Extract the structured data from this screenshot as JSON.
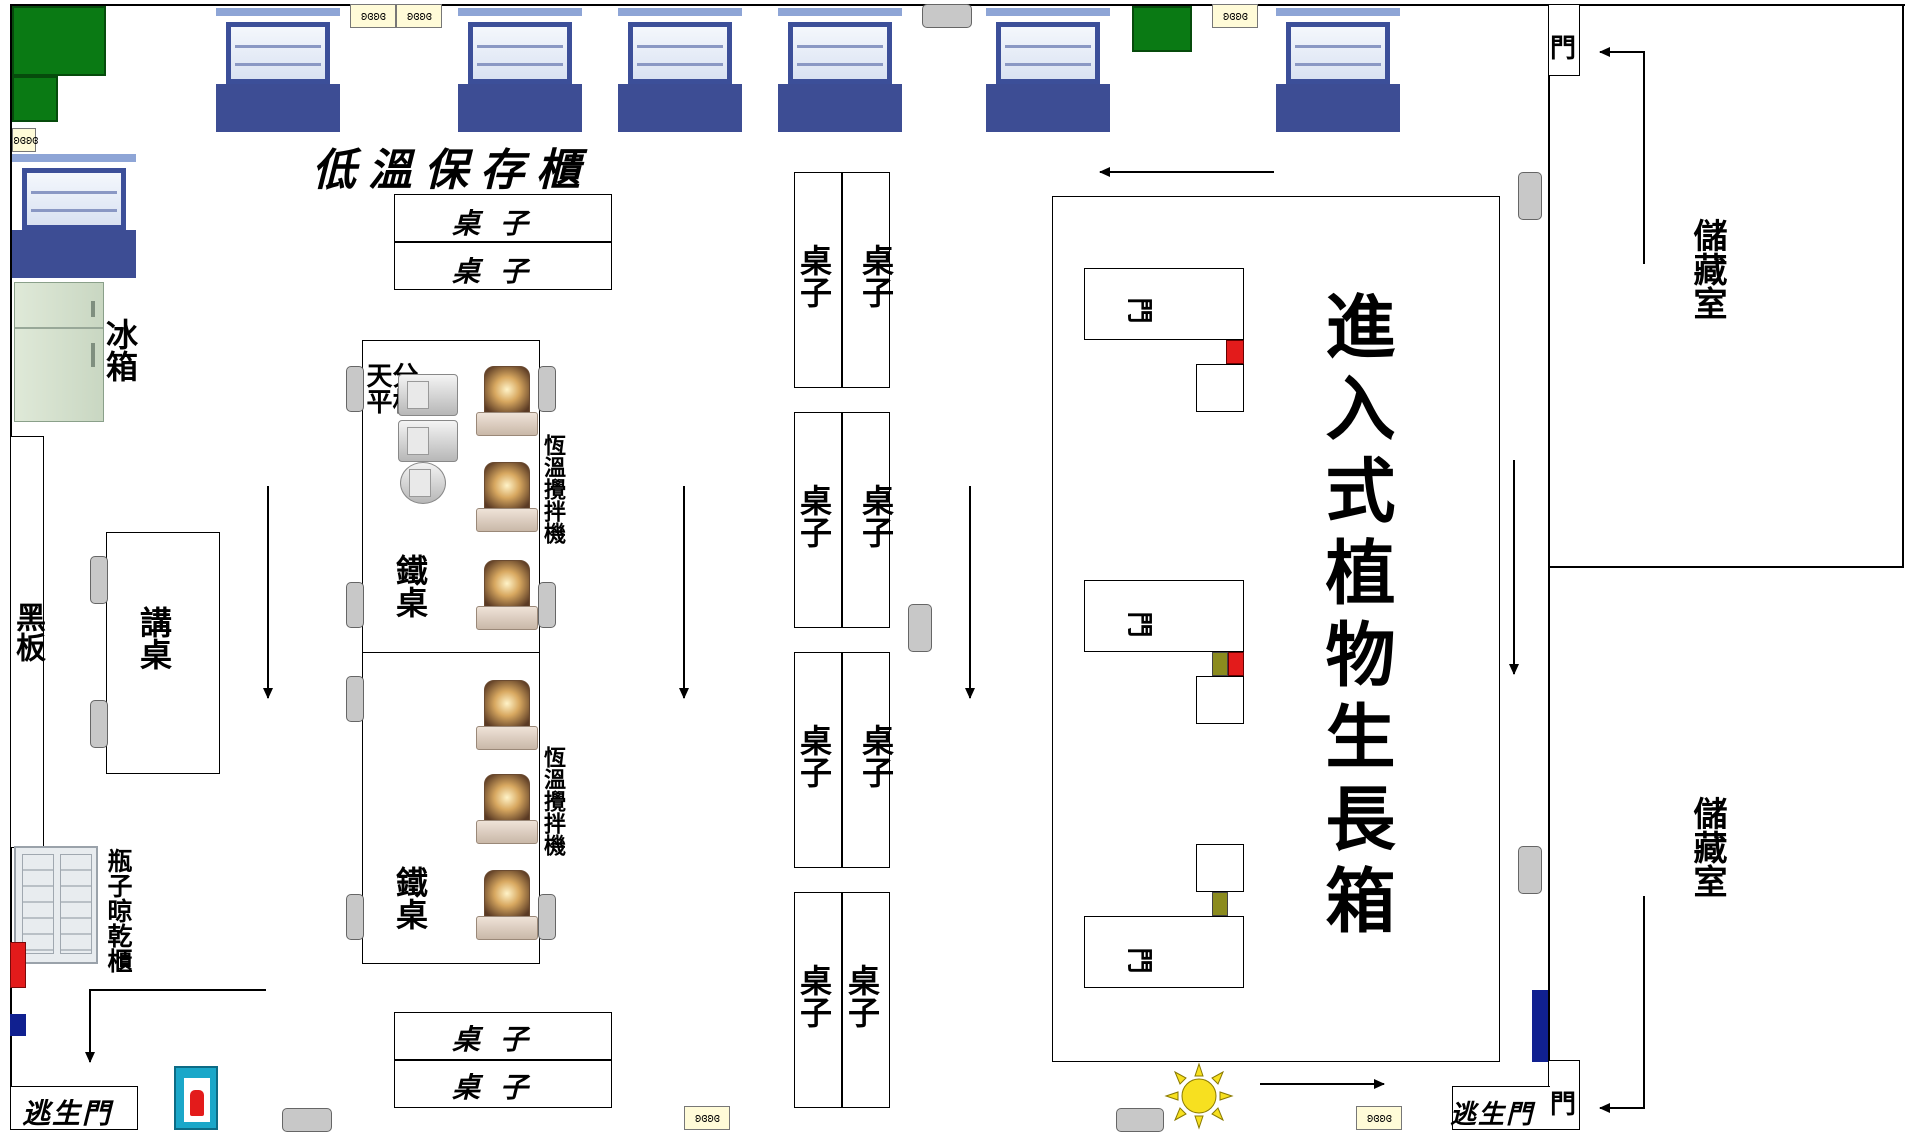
{
  "labels": {
    "freezer_title": "低溫保存櫃",
    "desk": "桌子",
    "fridge": "冰箱",
    "balance": "分析天平",
    "stirrer": "恆溫攪拌機",
    "iron_table": "鐵桌",
    "lectern": "講桌",
    "blackboard": "黑板",
    "drying_cabinet": "瓶子晾乾櫃",
    "growth_chamber": "進入式植物生長箱",
    "door": "門",
    "exit_door": "逃生門",
    "storage_room": "儲藏室",
    "sink_mark": "ʚɞʚɞ"
  },
  "colors": {
    "cabinet_green": "#0a7a14",
    "freezer_blue": "#3d4d94",
    "marker_red": "#e31b1b",
    "marker_olive": "#8b8b1e",
    "marker_navy": "#102090",
    "fire_box": "#1aa7c9",
    "sun": "#f7e020"
  },
  "icons": [
    "freezer-icon",
    "fridge-icon",
    "balance-icon",
    "stirrer-icon",
    "sink-icon",
    "sun-icon",
    "fire-extinguisher-icon",
    "arrow-icon"
  ]
}
